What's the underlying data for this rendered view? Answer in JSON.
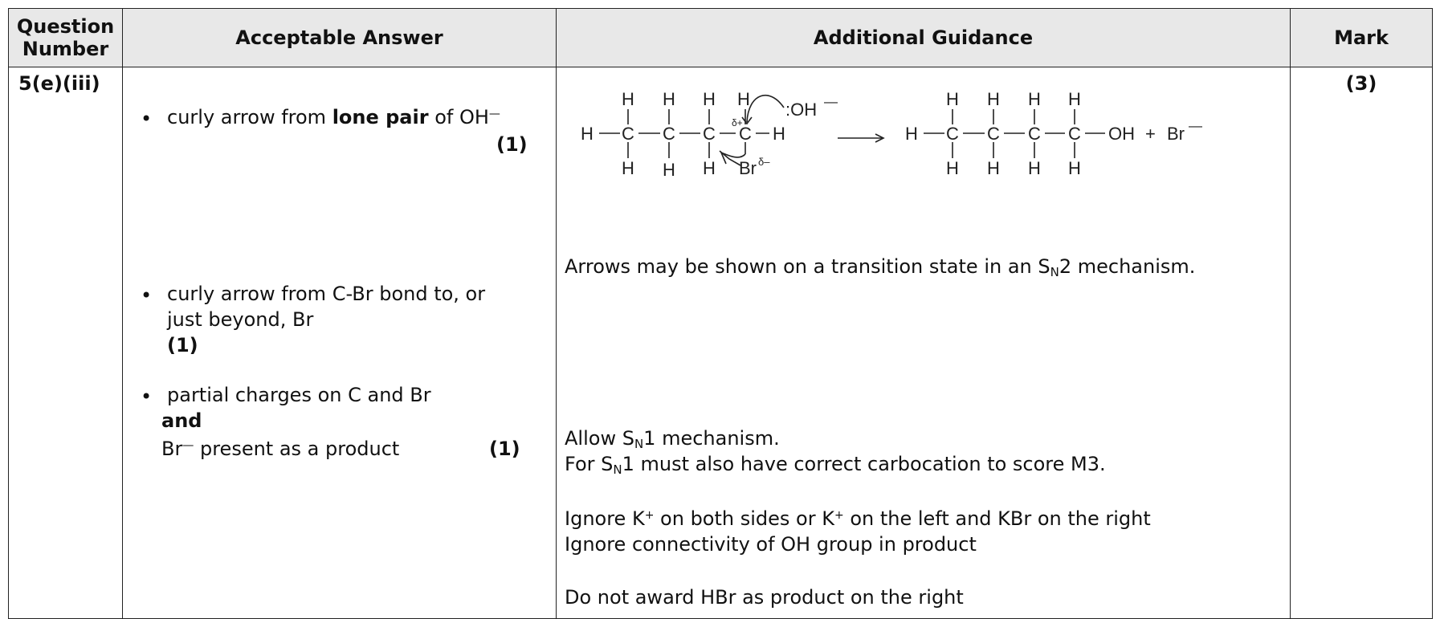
{
  "headers": {
    "question_number": "Question Number",
    "acceptable_answer": "Acceptable Answer",
    "additional_guidance": "Additional Guidance",
    "mark": "Mark"
  },
  "row": {
    "question_number": "5(e)(iii)",
    "mark": "(3)",
    "answers": [
      {
        "pre": "curly arrow from ",
        "bold": "lone pair",
        "post": " of OH",
        "sup": "—",
        "mark": "(1)"
      },
      {
        "line1": "curly arrow from C-Br bond to, or",
        "line2": "just beyond, Br",
        "mark": "(1)"
      },
      {
        "line1": "partial charges on C and Br",
        "and": "and",
        "line3_pre": "Br",
        "line3_sup": "—",
        "line3_post": " present as a product",
        "mark": "(1)"
      }
    ],
    "guidance": {
      "g1_pre": "Arrows may be shown on a transition state in an S",
      "g1_sub": "N",
      "g1_post": "2 mechanism.",
      "g2_pre": "Allow S",
      "g2_sub": "N",
      "g2_post": "1 mechanism.",
      "g3_pre": "For S",
      "g3_sub": "N",
      "g3_post": "1 must also have correct carbocation to score M3.",
      "g4_a": "Ignore K",
      "g4_sup1": "+",
      "g4_b": " on both sides or K",
      "g4_sup2": "+",
      "g4_c": " on the left and KBr on the right",
      "g5": "Ignore connectivity of OH group in product",
      "g6": "Do not award HBr as product on the right"
    },
    "diagram": {
      "H": "H",
      "C": "C",
      "oh": ":OH",
      "oh_sup": "—",
      "br": "Br",
      "delta_minus": "δ–",
      "delta_plus": "δ+",
      "oh_product": "OH",
      "plus": "+",
      "br_ion": "Br",
      "br_ion_sup": "—"
    }
  }
}
